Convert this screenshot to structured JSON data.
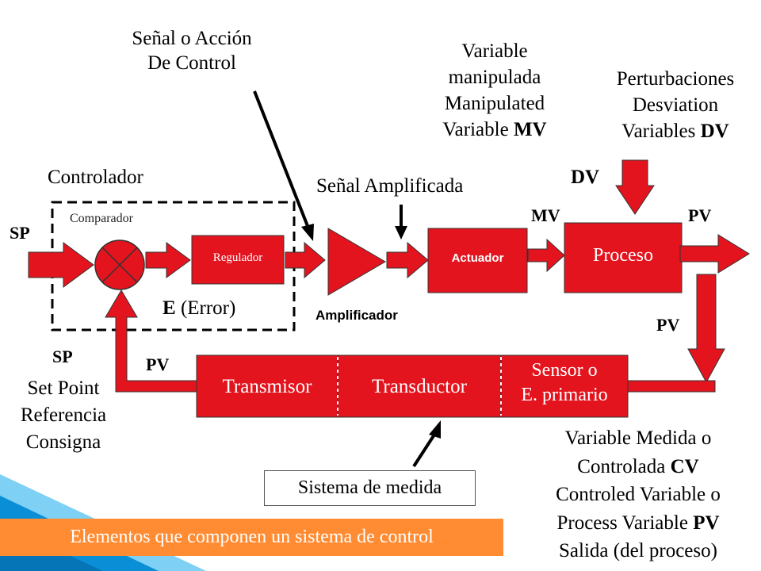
{
  "labels": {
    "senal_accion_l1": "Señal o Acción",
    "senal_accion_l2": "De Control",
    "variable_manipulada_l1": "Variable",
    "variable_manipulada_l2": "manipulada",
    "variable_manipulada_l3": "Manipulated",
    "variable_manipulada_l4a": "Variable ",
    "variable_manipulada_l4b": "MV",
    "perturbaciones_l1": "Perturbaciones",
    "perturbaciones_l2": "Desviation",
    "perturbaciones_l3a": "Variables ",
    "perturbaciones_l3b": "DV",
    "controlador": "Controlador",
    "senal_amplificada": "Señal Amplificada",
    "dv": "DV",
    "mv": "MV",
    "pv_top": "PV",
    "sp_input": "SP",
    "comparador": "Comparador",
    "regulador": "Regulador",
    "actuador": "Actuador",
    "proceso": "Proceso",
    "error_a": "E",
    "error_b": " (Error)",
    "amplificador": "Amplificador",
    "pv_right": "PV",
    "sp_bottom": "SP",
    "set_point": "Set Point",
    "referencia": "Referencia",
    "consigna": "Consigna",
    "pv_feedback": "PV",
    "transmisor": "Transmisor",
    "transductor": "Transductor",
    "sensor_l1": "Sensor o",
    "sensor_l2": "E. primario",
    "variable_medida_l1": "Variable Medida o",
    "variable_medida_l2a": "Controlada ",
    "variable_medida_l2b": "CV",
    "variable_medida_l3": "Controled Variable o",
    "variable_medida_l4a": "Process Variable ",
    "variable_medida_l4b": "PV",
    "variable_medida_l5": "Salida (del proceso)",
    "sistema_medida": "Sistema de medida",
    "caption": "Elementos que componen un sistema de control"
  },
  "colors": {
    "block_red": "#e3141e",
    "arrow_red": "#e3141e",
    "caption_orange": "#ff8c33",
    "decor_blue": "#0a8fd6"
  }
}
